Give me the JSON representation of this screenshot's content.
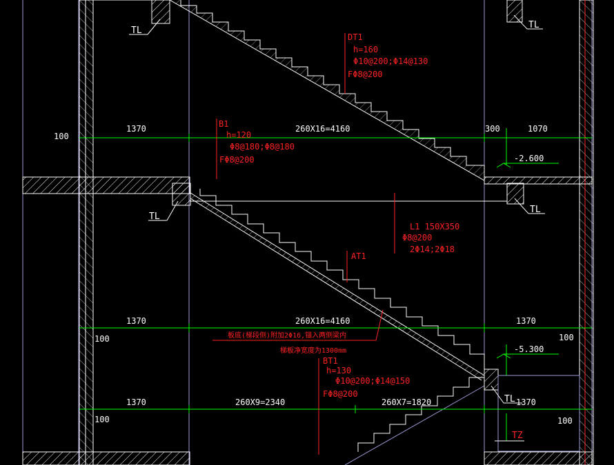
{
  "colors": {
    "background": "#000000",
    "structure": "#ffffff",
    "dimension": "#00ff00",
    "annotation": "#ff2222",
    "gridline": "#9b9bd8",
    "hatch": "#ffffff"
  },
  "labels": {
    "tl_top_left": "TL",
    "tl_top_right": "TL",
    "tl_mid_left": "TL",
    "tl_mid_right": "TL",
    "tl_bottom_right": "TL",
    "tz": "TZ",
    "dt1": "DT1",
    "dt1_h": "h=160",
    "dt1_bars": "Φ10@200;Φ14@130",
    "dt1_f": "FΦ8@200",
    "b1": "B1",
    "b1_h": "h=120",
    "b1_bars": "Φ8@180;Φ8@180",
    "b1_f": "FΦ8@200",
    "l1": "L1 150X350",
    "l1_stirrup": "Φ8@200",
    "l1_bars": "2Φ14;2Φ18",
    "at1": "AT1",
    "note_1": "板底(梯段侧)附加2Φ16,锚入两侧梁内",
    "note_2": "梯板净宽度为1300mm",
    "bt1": "BT1",
    "bt1_h": "h=130",
    "bt1_bars": "Φ10@200;Φ14@150",
    "bt1_f": "FΦ8@200",
    "elev_1": "-2.600",
    "elev_2": "-5.300"
  },
  "dimensions": {
    "r1_left_100": "100",
    "r1_1370": "1370",
    "r1_run": "260X16=4160",
    "r1_300": "300",
    "r1_1070": "1070",
    "r2_1370_left": "1370",
    "r2_run": "260X16=4160",
    "r2_1370_right": "1370",
    "r2_100_left": "100",
    "r2_100_right": "100",
    "r3_1370_left": "1370",
    "r3_run_a": "260X9=2340",
    "r3_run_b": "260X7=1820",
    "r3_1370_right": "1370",
    "r3_100_left": "100",
    "r3_100_right": "100"
  }
}
